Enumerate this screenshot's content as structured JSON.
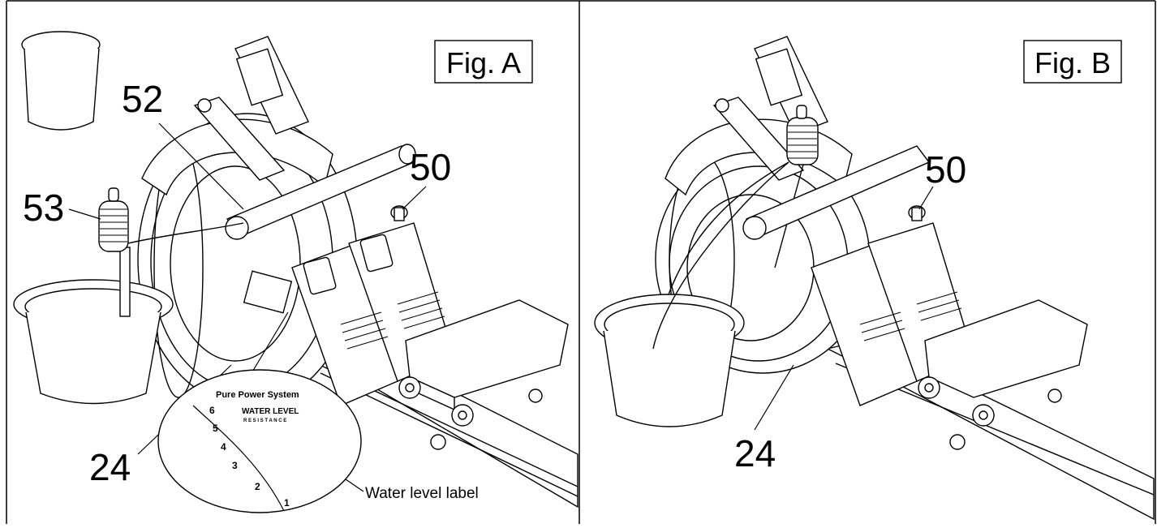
{
  "panel_a": {
    "figure_label": "Fig. A",
    "part_numbers": {
      "cup_part": "52",
      "hand_pump": "53",
      "plug": "50",
      "tank": "24"
    },
    "callout_text": "Water level label",
    "label_closeup": {
      "brand": "Pure Power System",
      "heading": "WATER LEVEL",
      "subheading": "R E S I S T A N C E",
      "levels": [
        "6",
        "5",
        "4",
        "3",
        "2",
        "1"
      ]
    }
  },
  "panel_b": {
    "figure_label": "Fig. B",
    "part_numbers": {
      "plug": "50",
      "tank": "24"
    }
  }
}
